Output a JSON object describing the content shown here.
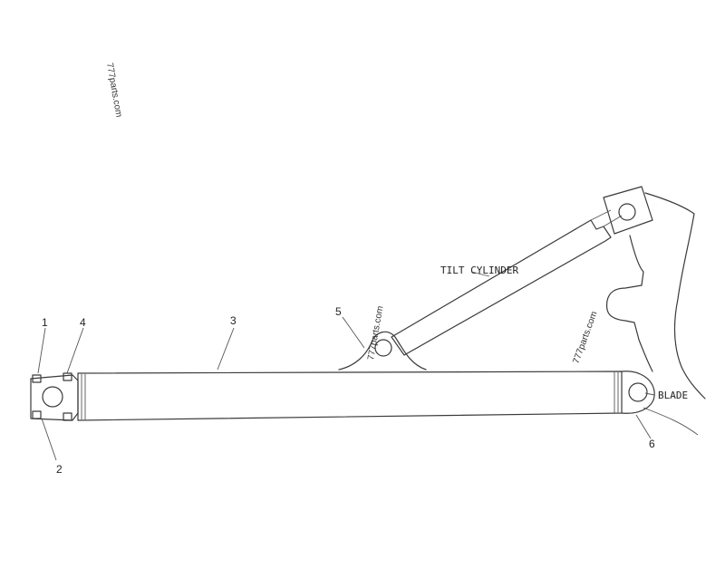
{
  "watermark": "777parts.com",
  "labels": {
    "tilt_cylinder": "TILT CYLINDER",
    "blade": "BLADE"
  },
  "callouts": [
    "1",
    "2",
    "3",
    "4",
    "5",
    "6"
  ]
}
